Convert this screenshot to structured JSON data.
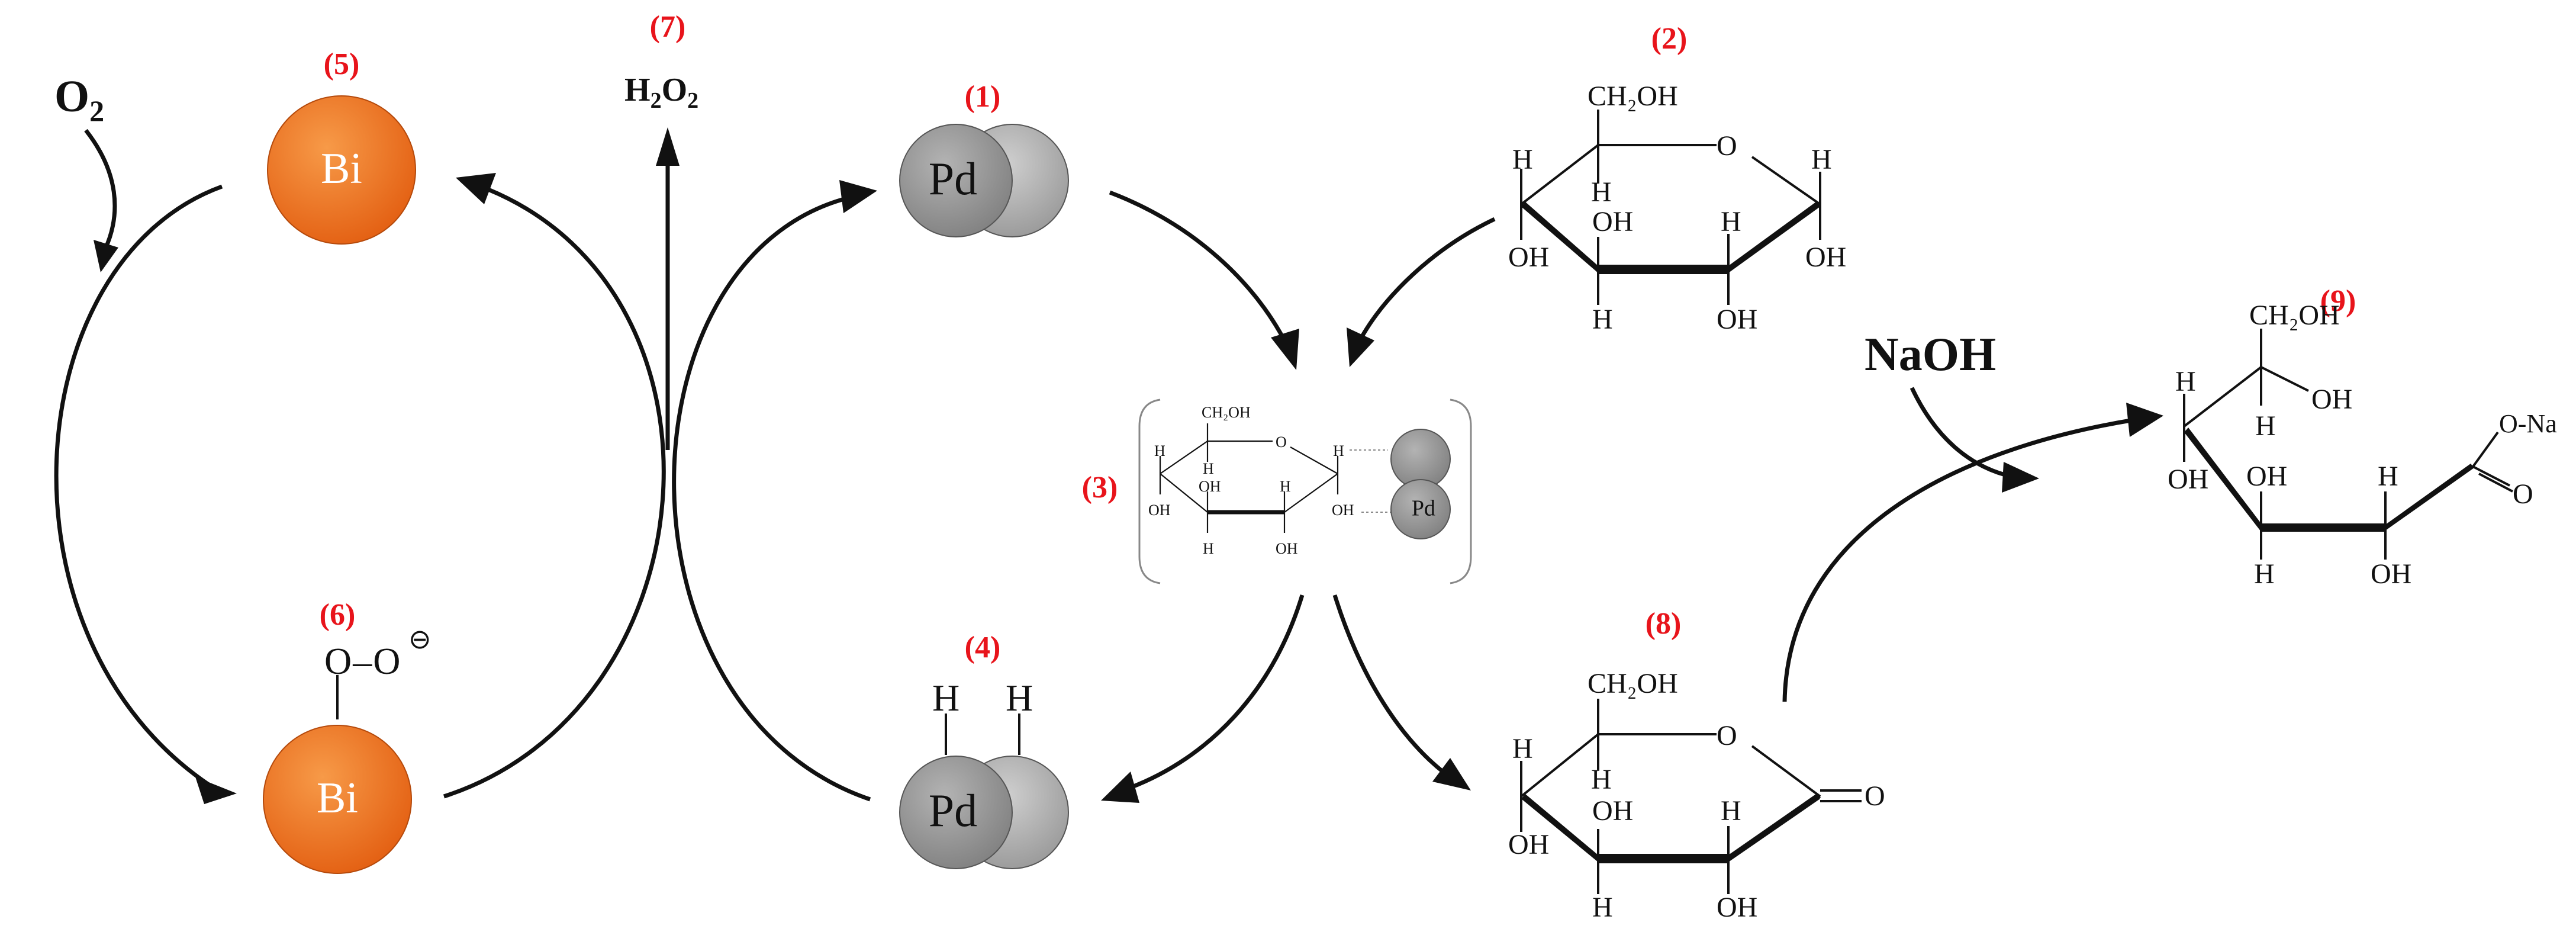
{
  "labels": {
    "n1": "(1)",
    "n2": "(2)",
    "n3": "(3)",
    "n4": "(4)",
    "n5": "(5)",
    "n6": "(6)",
    "n7": "(7)",
    "n8": "(8)",
    "n9": "(9)"
  },
  "reagents": {
    "oxygen_main": "O",
    "oxygen_sub": "2",
    "peroxide_a": "H",
    "peroxide_b": "2",
    "peroxide_c": "O",
    "peroxide_d": "2",
    "naoh": "NaOH"
  },
  "metals": {
    "bi": "Bi",
    "pd": "Pd"
  },
  "peroxo": {
    "o1": "O",
    "dash": "–",
    "o2": "O",
    "charge": "⊖"
  },
  "hydride": {
    "h": "H"
  },
  "glucose": {
    "ch2oh": "CH₂OH",
    "o": "O",
    "h": "H",
    "oh": "OH"
  },
  "lactone": {
    "ch2oh": "CH₂OH",
    "o": "O",
    "carbonyl": "O",
    "h": "H",
    "oh": "OH"
  },
  "gluconate": {
    "ch2oh": "CH₂OH",
    "oh": "OH",
    "h": "H",
    "ona": "O-Na",
    "carbonyl": "O"
  },
  "colors": {
    "label_red": "#e8141b",
    "bismuth_orange": "#e8661a",
    "palladium_grey": "#8a8a8a"
  }
}
